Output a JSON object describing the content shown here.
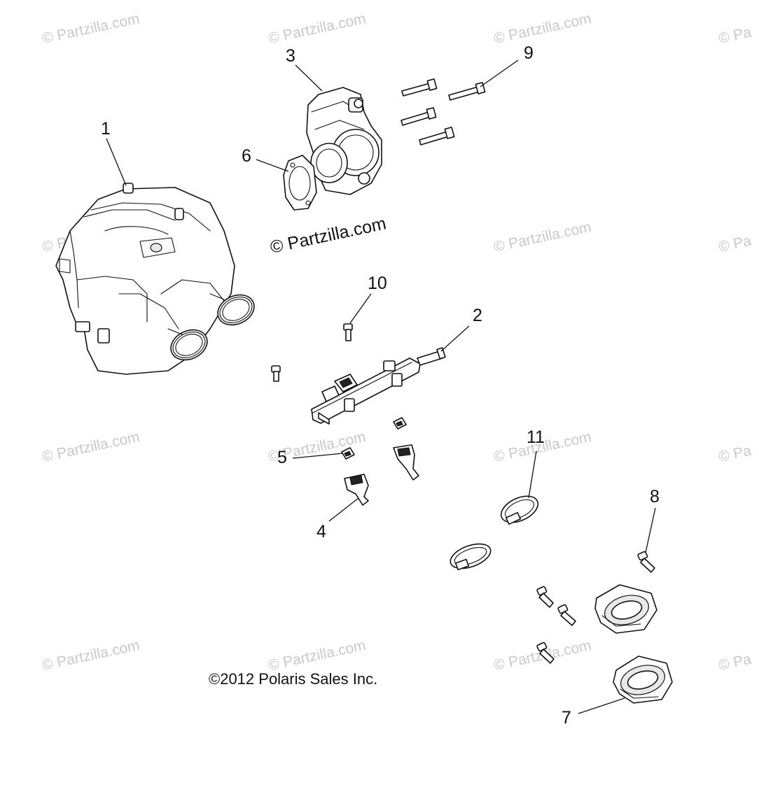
{
  "watermark": {
    "text": "© Partzilla.com",
    "edge_text": "© Pa",
    "center_text": "© Partzilla.com"
  },
  "copyright": "©2012 Polaris Sales Inc.",
  "callouts": [
    {
      "id": "callout-1",
      "label": "1"
    },
    {
      "id": "callout-2",
      "label": "2"
    },
    {
      "id": "callout-3",
      "label": "3"
    },
    {
      "id": "callout-4",
      "label": "4"
    },
    {
      "id": "callout-5",
      "label": "5"
    },
    {
      "id": "callout-6",
      "label": "6"
    },
    {
      "id": "callout-7",
      "label": "7"
    },
    {
      "id": "callout-8",
      "label": "8"
    },
    {
      "id": "callout-9",
      "label": "9"
    },
    {
      "id": "callout-10",
      "label": "10"
    },
    {
      "id": "callout-11",
      "label": "11"
    }
  ]
}
